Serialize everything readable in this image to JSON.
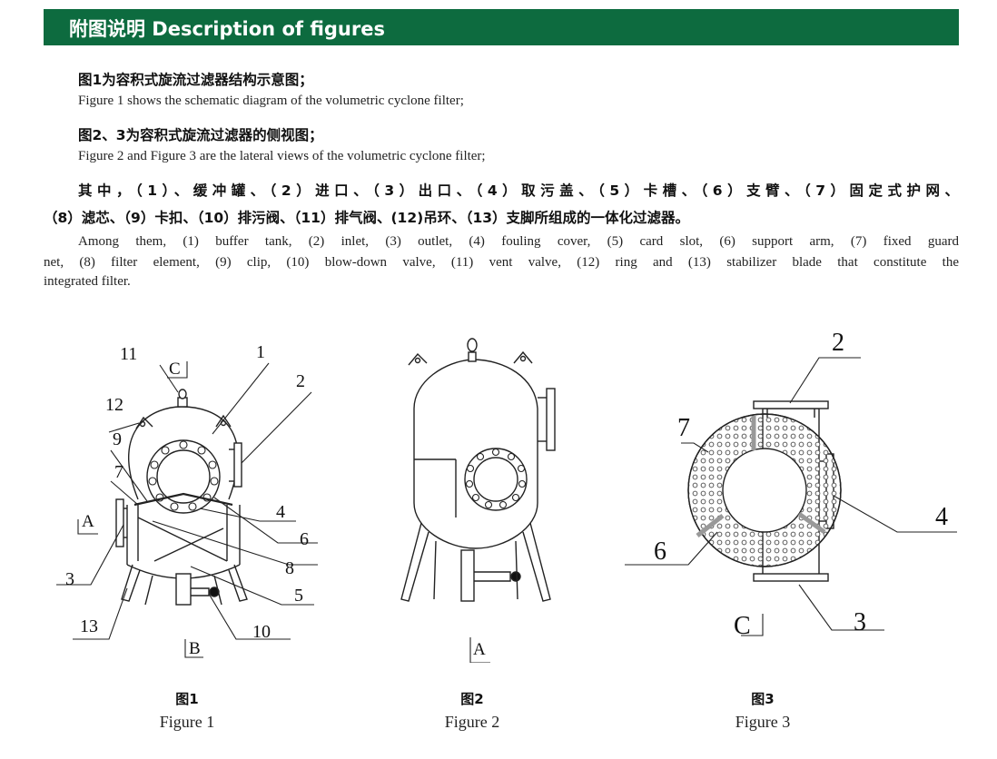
{
  "header": {
    "title": "附图说明 Description of figures"
  },
  "paragraphs": {
    "fig1_zh": "图1为容积式旋流过滤器结构示意图；",
    "fig1_en": "Figure 1 shows the schematic diagram of the volumetric cyclone filter;",
    "fig23_zh": "图2、3为容积式旋流过滤器的侧视图；",
    "fig23_en": "Figure 2 and Figure 3 are the lateral views of the volumetric cyclone filter;",
    "parts_zh_1": "其中，（1）、缓冲罐、（2）进口、（3）出口、（4）取污盖、（5）卡槽、（6）支臂、（7）固定式护网、",
    "parts_zh_2": "（8）滤芯、（9）卡扣、（10）排污阀、（11）排气阀、(12)吊环、（13）支脚所组成的一体化过滤器。",
    "parts_en_1": "Among them, (1) buffer tank, (2) inlet, (3) outlet, (4) fouling cover, (5) card slot, (6) support arm, (7) fixed guard",
    "parts_en_2": "net, (8) filter element, (9) clip, (10) blow-down valve, (11) vent valve, (12) ring and (13) stabilizer blade that constitute the",
    "parts_en_3": "integrated filter."
  },
  "figure1": {
    "callouts": {
      "c1": "1",
      "c2": "2",
      "c3": "3",
      "c4": "4",
      "c5": "5",
      "c6": "6",
      "c7": "7",
      "c8": "8",
      "c9": "9",
      "c10": "10",
      "c11": "11",
      "c12": "12",
      "c13": "13"
    },
    "section_marks": {
      "a": "A",
      "b": "B",
      "c": "C"
    },
    "caption_zh": "图1",
    "caption_en": "Figure 1"
  },
  "figure2": {
    "section_marks": {
      "a": "A"
    },
    "caption_zh": "图2",
    "caption_en": "Figure 2"
  },
  "figure3": {
    "callouts": {
      "c2": "2",
      "c3": "3",
      "c4": "4",
      "c6": "6",
      "c7": "7"
    },
    "section_marks": {
      "c": "C"
    },
    "caption_zh": "图3",
    "caption_en": "Figure 3"
  }
}
